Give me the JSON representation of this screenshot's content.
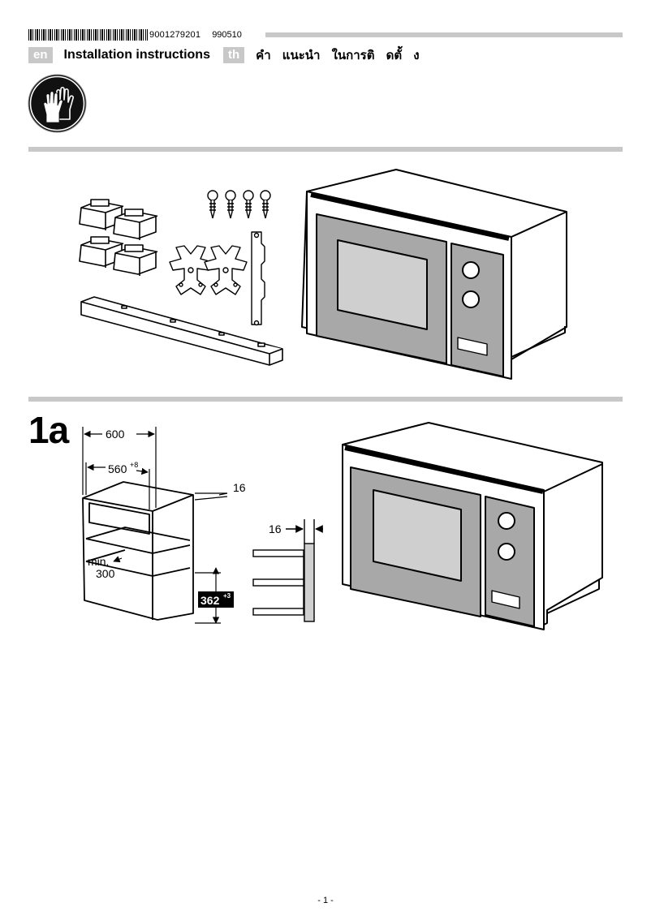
{
  "header": {
    "barcode_number": "9001279201",
    "doc_date": "990510"
  },
  "title": {
    "lang_en": "en",
    "text_en": "Installation instructions",
    "lang_th": "th",
    "text_th": "คำ แนะนำ ในการติ ดตั้ ง"
  },
  "icons": {
    "safety": "gloves-icon",
    "parts": [
      "mounting-block-icon",
      "screw-icon",
      "bracket-clip-icon",
      "mounting-rail-icon",
      "side-bracket-icon",
      "microwave-icon"
    ]
  },
  "step_1a": {
    "label": "1a",
    "dims": {
      "width_outer": "600",
      "width_inner": "560",
      "width_inner_tol": "+8",
      "side_thickness": "16",
      "side_gap": "16",
      "min_label": "min.",
      "min_value": "300",
      "height": "362",
      "height_tol": "+3"
    }
  },
  "footer": {
    "page": "- 1 -"
  },
  "colors": {
    "rule": "#c8c8c8",
    "panel": "#a8a8a8",
    "window": "#cfcfcf"
  }
}
